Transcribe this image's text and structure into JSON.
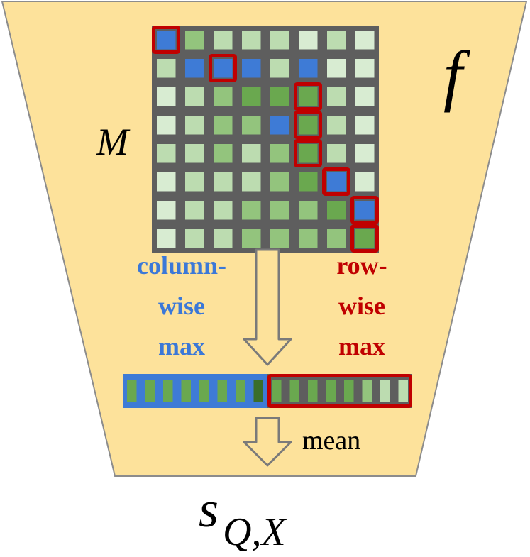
{
  "labels": {
    "function_symbol": "f",
    "matrix_symbol": "M",
    "column_line1": "column-",
    "column_line2": "wise",
    "column_line3": "max",
    "row_line1": "row-",
    "row_line2": "wise",
    "row_line3": "max",
    "mean": "mean",
    "score_base": "s",
    "score_subscript": "Q,X"
  },
  "colors": {
    "funnel_fill": "#fde29b",
    "funnel_stroke": "#8c8c8c",
    "grid": "#5e5e5e",
    "blue": "#3e7bd6",
    "red": "#c00000",
    "column_text": "#3b78d8",
    "row_text": "#c00000",
    "palette": [
      "#d8ecd2",
      "#bcdcb0",
      "#93c47d",
      "#6aa84f",
      "#3e7bd6",
      "#3a6e2a"
    ]
  },
  "matrix": {
    "levels": [
      [
        4,
        2,
        1,
        1,
        1,
        0,
        1,
        0
      ],
      [
        1,
        4,
        4,
        4,
        1,
        4,
        0,
        0
      ],
      [
        0,
        1,
        2,
        3,
        3,
        3,
        1,
        0
      ],
      [
        0,
        1,
        2,
        2,
        4,
        3,
        1,
        0
      ],
      [
        1,
        1,
        2,
        1,
        2,
        3,
        1,
        0
      ],
      [
        0,
        1,
        1,
        1,
        2,
        3,
        4,
        0
      ],
      [
        0,
        1,
        1,
        2,
        2,
        2,
        3,
        4
      ],
      [
        0,
        1,
        1,
        2,
        2,
        2,
        2,
        3
      ]
    ],
    "highlight": [
      [
        0,
        0
      ],
      [
        1,
        2
      ],
      [
        2,
        5
      ],
      [
        3,
        5
      ],
      [
        4,
        5
      ],
      [
        5,
        6
      ],
      [
        6,
        7
      ],
      [
        7,
        7
      ]
    ]
  },
  "column_max_levels": [
    3,
    3,
    3,
    3,
    3,
    3,
    3,
    5
  ],
  "row_max_levels": [
    3,
    3,
    3,
    3,
    3,
    2,
    1,
    1
  ]
}
